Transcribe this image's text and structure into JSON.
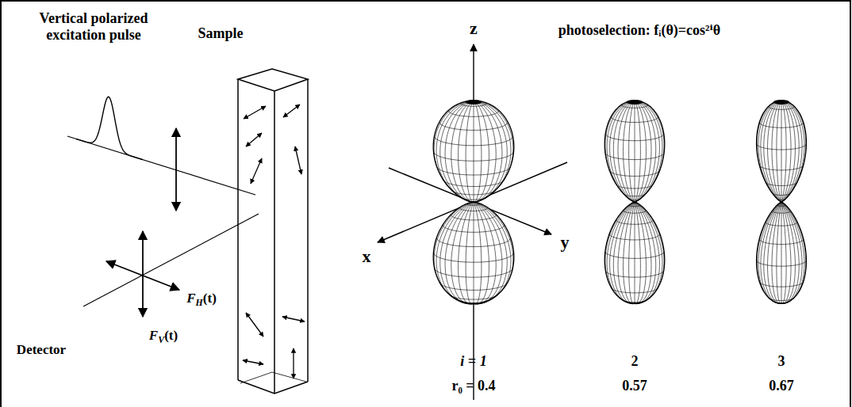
{
  "diagram": {
    "labels": [
      "Vertical polarized excitation pulse",
      "Sample",
      "z",
      "photoselection: fᵢ(θ)=cos²ⁱθ",
      "x",
      "y",
      "F",
      "H",
      "(t)",
      "Detector",
      "F",
      "V",
      "(t)",
      "i = 1",
      "2",
      "3",
      "r₀ = 0.4",
      "0.57",
      "0.67"
    ]
  }
}
